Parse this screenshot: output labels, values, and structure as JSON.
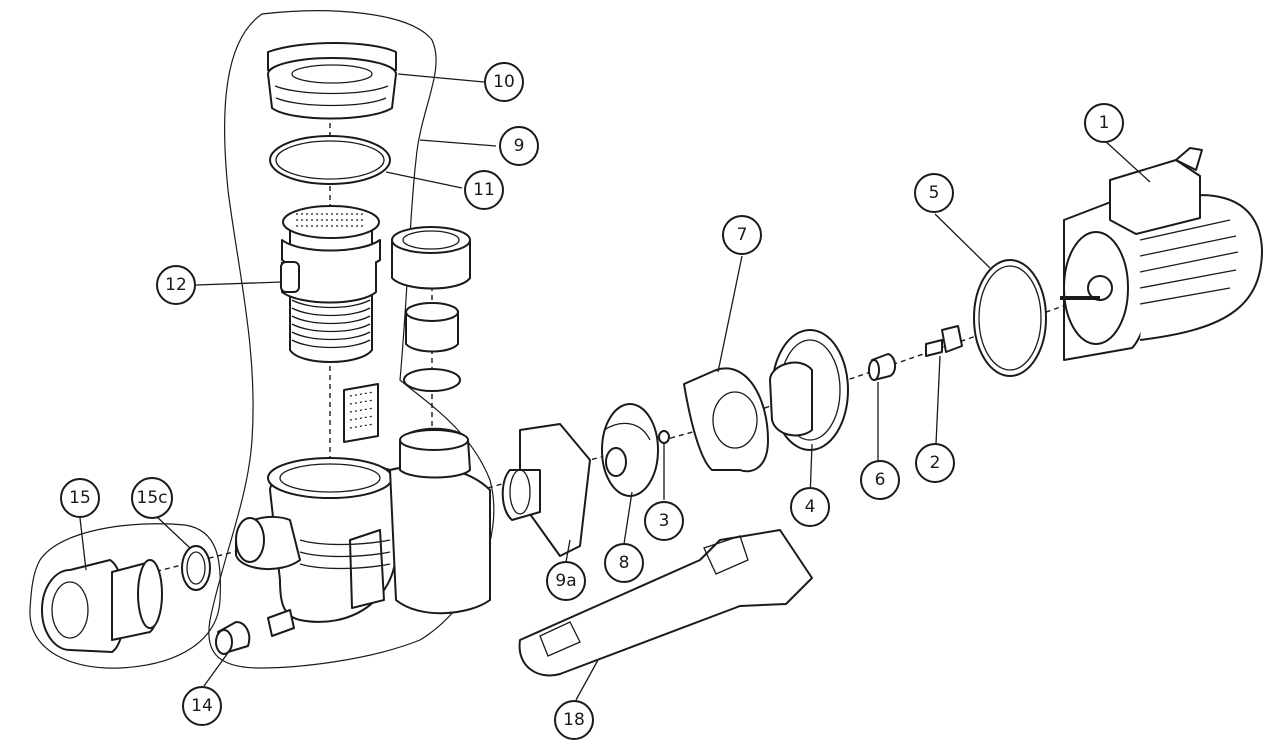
{
  "diagram": {
    "callouts": [
      {
        "id": "c1",
        "label": "1"
      },
      {
        "id": "c2",
        "label": "2"
      },
      {
        "id": "c3",
        "label": "3"
      },
      {
        "id": "c4",
        "label": "4"
      },
      {
        "id": "c5",
        "label": "5"
      },
      {
        "id": "c6",
        "label": "6"
      },
      {
        "id": "c7",
        "label": "7"
      },
      {
        "id": "c8",
        "label": "8"
      },
      {
        "id": "c9",
        "label": "9"
      },
      {
        "id": "c9a",
        "label": "9a"
      },
      {
        "id": "c10",
        "label": "10"
      },
      {
        "id": "c11",
        "label": "11"
      },
      {
        "id": "c12",
        "label": "12"
      },
      {
        "id": "c14",
        "label": "14"
      },
      {
        "id": "c15",
        "label": "15"
      },
      {
        "id": "c15c",
        "label": "15c"
      },
      {
        "id": "c18",
        "label": "18"
      }
    ]
  }
}
